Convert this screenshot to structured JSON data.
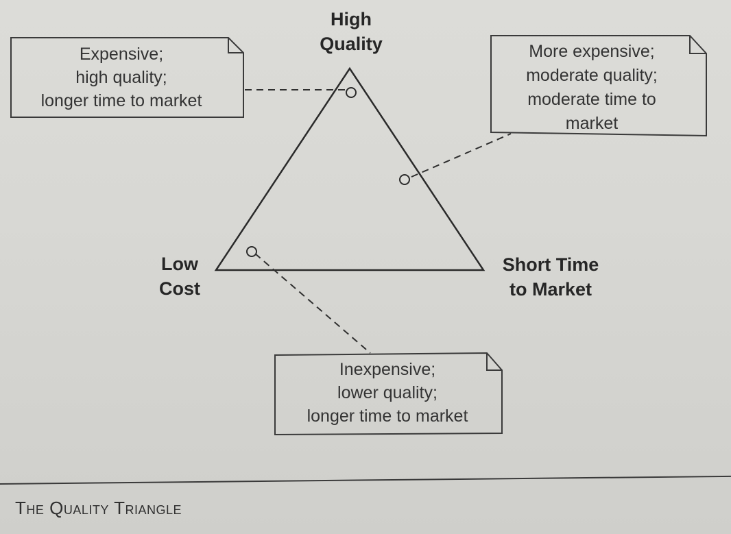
{
  "vertices": {
    "top": [
      "High",
      "Quality"
    ],
    "left": [
      "Low",
      "Cost"
    ],
    "right": [
      "Short Time",
      "to Market"
    ]
  },
  "notes": {
    "top_left": [
      "Expensive;",
      "high quality;",
      "longer time to market"
    ],
    "top_right": [
      "More expensive;",
      "moderate quality;",
      "moderate time to",
      "market"
    ],
    "bottom": [
      "Inexpensive;",
      "lower quality;",
      "longer time to market"
    ]
  },
  "caption": "The Quality Triangle"
}
